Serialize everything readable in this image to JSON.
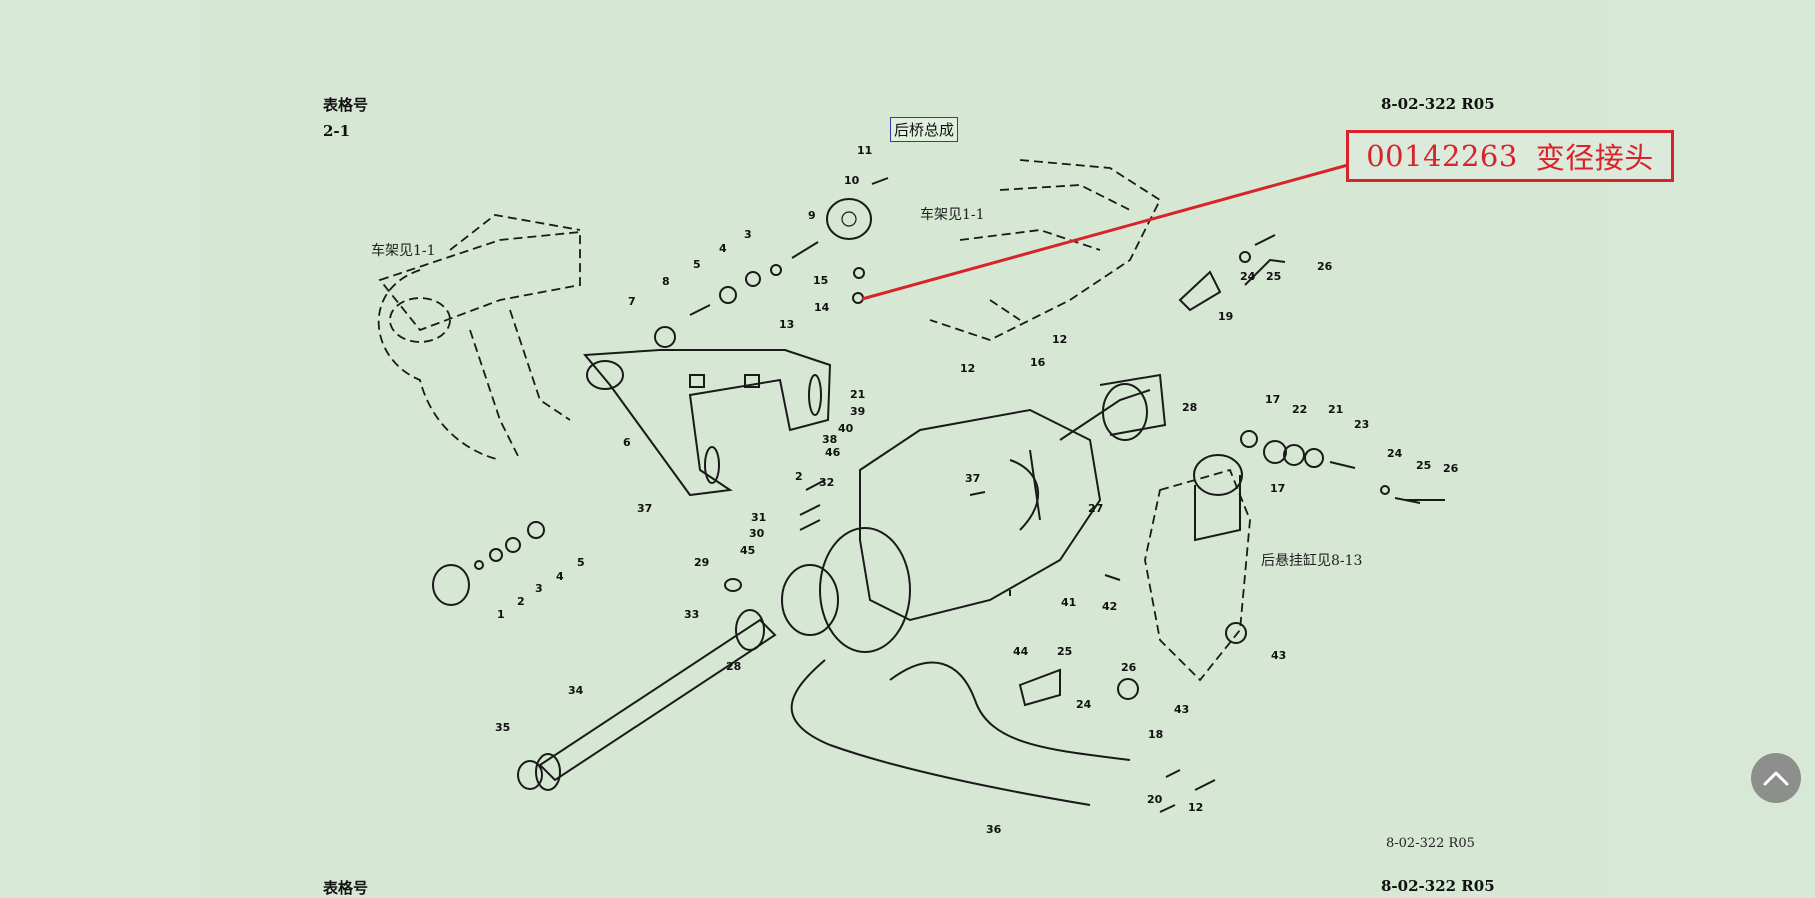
{
  "header": {
    "form_label": "表格号",
    "form_number": "2-1",
    "doc_code": "8-02-322 R05",
    "title": "后桥总成"
  },
  "callout": {
    "part_number": "00142263",
    "part_name": "变径接头"
  },
  "diagram": {
    "frame_ref_left": "车架见1-1",
    "frame_ref_right": "车架见1-1",
    "cylinder_ref": "后悬挂缸见8-13",
    "footer_code": "8-02-322 R05",
    "part_labels": [
      "1",
      "2",
      "3",
      "4",
      "5",
      "6",
      "7",
      "8",
      "5",
      "4",
      "3",
      "9",
      "10",
      "11",
      "13",
      "15",
      "14",
      "12",
      "12",
      "16",
      "19",
      "24",
      "25",
      "26",
      "21",
      "39",
      "40",
      "38",
      "46",
      "37",
      "37",
      "28",
      "17",
      "22",
      "21",
      "23",
      "17",
      "24",
      "25",
      "26",
      "2",
      "32",
      "31",
      "30",
      "45",
      "27",
      "29",
      "33",
      "28",
      "34",
      "35",
      "41",
      "42",
      "43",
      "43",
      "44",
      "25",
      "26",
      "24",
      "18",
      "20",
      "12",
      "36"
    ]
  },
  "next_page": {
    "form_label": "表格号",
    "doc_code": "8-02-322 R05"
  },
  "controls": {
    "scroll_top_icon": "chevron-up-icon"
  }
}
